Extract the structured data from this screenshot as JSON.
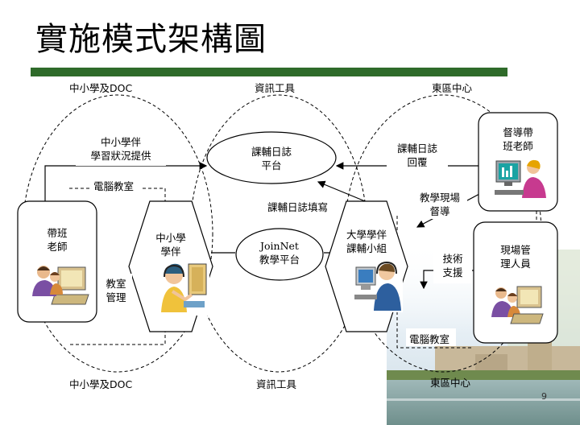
{
  "slide": {
    "title": "實施模式架構圖",
    "page_number": "9"
  },
  "regions": {
    "top_left": "中小學及DOC",
    "top_mid": "資訊工具",
    "top_right": "東區中心",
    "bottom_left": "中小學及DOC",
    "bottom_mid": "資訊工具",
    "bottom_right": "東區中心"
  },
  "nodes": {
    "class_teacher": {
      "line1": "帶班",
      "line2": "老師"
    },
    "supervisor": {
      "line1": "督導帶",
      "line2": "班老師"
    },
    "site_manager": {
      "line1": "現場管",
      "line2": "理人員"
    },
    "student_partner": {
      "line1": "中小學",
      "line2": "學伴"
    },
    "university_partner": {
      "line1": "大學學伴",
      "line2": "課輔小組"
    },
    "tutoring_log": {
      "line1": "課輔日誌",
      "line2": "平台"
    },
    "joinnet": {
      "line1": "JoinNet",
      "line2": "教學平台"
    }
  },
  "labels": {
    "learning_status": {
      "line1": "中小學伴",
      "line2": "學習狀況提供"
    },
    "computer_room_left": "電腦教室",
    "classroom_mgmt": {
      "line1": "教室",
      "line2": "管理"
    },
    "log_reply": {
      "line1": "課輔日誌",
      "line2": "回覆"
    },
    "log_writing": "課輔日誌填寫",
    "onsite_supervision": {
      "line1": "教學現場",
      "line2": "督導"
    },
    "tech_support": {
      "line1": "技術",
      "line2": "支援"
    },
    "computer_room_right": "電腦教室"
  },
  "icons": [
    "teacher-at-computer-icon",
    "student-with-headset-icon",
    "tutor-with-headset-icon",
    "supervisor-at-monitor-icon",
    "staff-at-computer-icon",
    "campus-building-photo"
  ],
  "colors": {
    "title_bar": "#2f6b2a",
    "line": "#000000"
  }
}
